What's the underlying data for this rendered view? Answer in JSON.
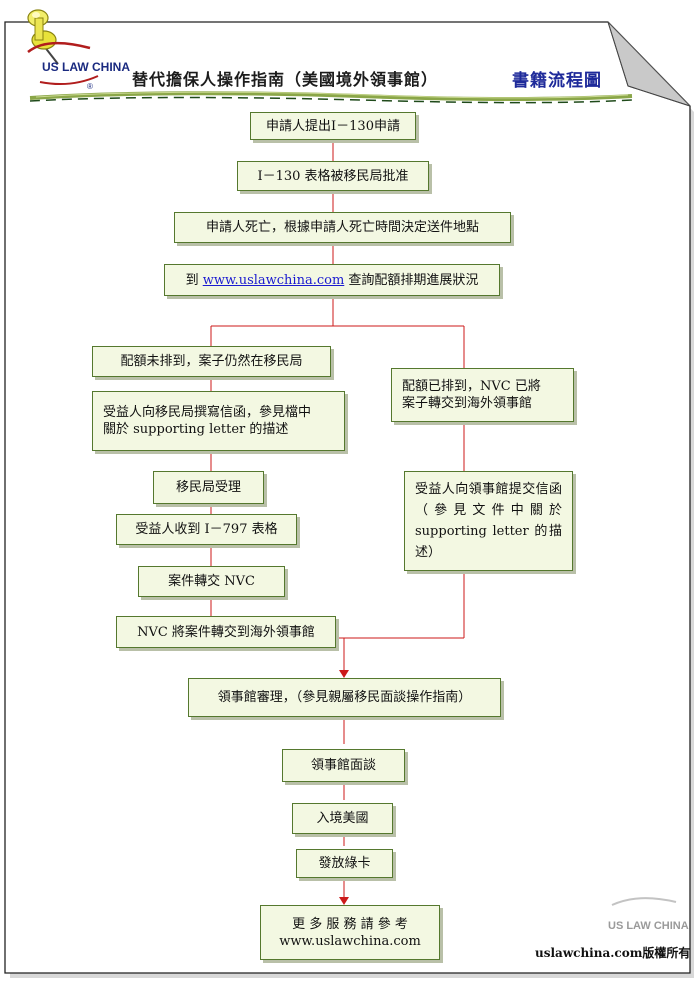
{
  "header": {
    "title": "替代擔保人操作指南（美國境外領事館）",
    "subtitle": "書籍流程圖",
    "logo": "US LAW CHINA",
    "registered": "®"
  },
  "flow": {
    "step1": "申請人提出Ⅰ－130申請",
    "step2": "Ⅰ－130 表格被移民局批准",
    "step3": "申請人死亡，根據申請人死亡時間決定送件地點",
    "step4_prefix": "到 ",
    "step4_link": "www.uslawchina.com",
    "step4_suffix": " 查詢配額排期進展狀況",
    "left": {
      "l1": "配額未排到，案子仍然在移民局",
      "l2_line1": "受益人向移民局撰寫信函，參見檔中",
      "l2_line2": "關於 supporting letter 的描述",
      "l3": "移民局受理",
      "l4": "受益人收到 Ⅰ－797 表格",
      "l5": "案件轉交 NVC",
      "l6": "NVC 將案件轉交到海外領事館"
    },
    "right": {
      "r1_line1": "配額已排到，NVC 已將",
      "r1_line2": "案子轉交到海外領事館",
      "r2": "受益人向領事館提交信函（參見文件中關於 supporting letter 的描述）"
    },
    "merge1": "領事館審理，（參見親屬移民面談操作指南）",
    "merge2": "領事館面談",
    "merge3": "入境美國",
    "merge4": "發放綠卡",
    "final_line1": "更 多 服 務 請 參 考",
    "final_line2": "www.uslawchina.com"
  },
  "footer": {
    "copyright": "uslawchina.com版權所有",
    "watermark": "US LAW CHINA"
  },
  "colors": {
    "connector": "#cc1a1a",
    "box_fill": "#f3f8e2",
    "box_border": "#55782e",
    "link": "#1a1ad0",
    "subtitle": "#1e2a9a"
  }
}
